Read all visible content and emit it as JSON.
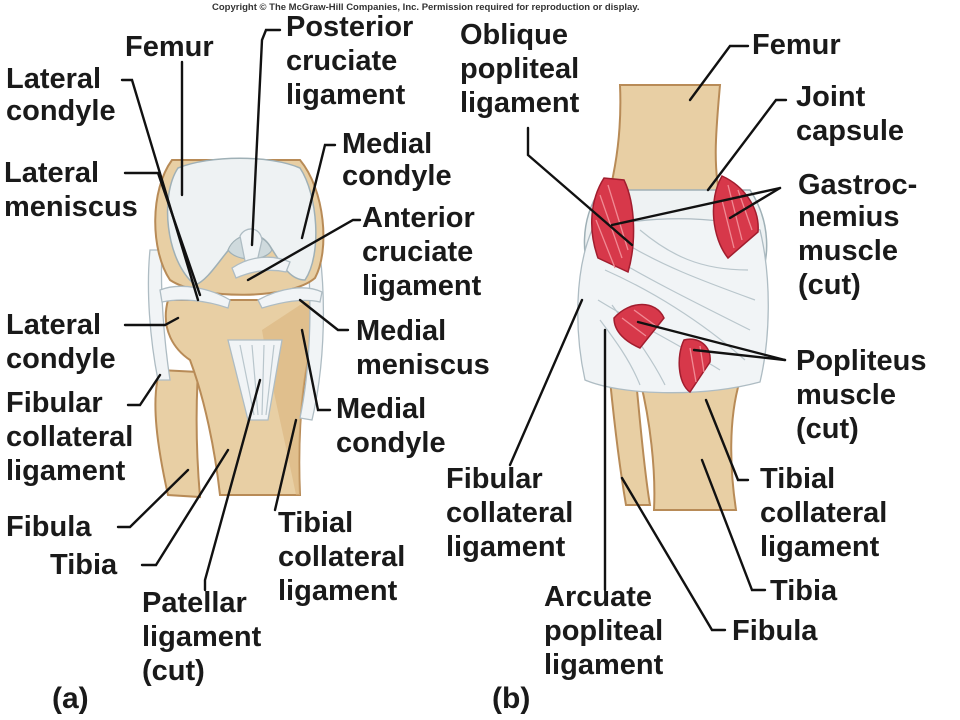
{
  "copyright": "Copyright © The McGraw-Hill Companies, Inc. Permission required for reproduction or display.",
  "panel_a": {
    "letter": "(a)",
    "labels": {
      "femur": [
        "Femur"
      ],
      "posterior_cruciate": [
        "Posterior",
        "cruciate",
        "ligament"
      ],
      "lateral_condyle_top": [
        "Lateral",
        "condyle"
      ],
      "medial_condyle_top": [
        "Medial",
        "condyle"
      ],
      "lateral_meniscus": [
        "Lateral",
        "meniscus"
      ],
      "anterior_cruciate": [
        "Anterior",
        "cruciate",
        "ligament"
      ],
      "lateral_condyle_bottom": [
        "Lateral",
        "condyle"
      ],
      "medial_meniscus": [
        "Medial",
        "meniscus"
      ],
      "fibular_collateral": [
        "Fibular",
        "collateral",
        "ligament"
      ],
      "medial_condyle_bottom": [
        "Medial",
        "condyle"
      ],
      "fibula": [
        "Fibula"
      ],
      "tibia": [
        "Tibia"
      ],
      "tibial_collateral": [
        "Tibial",
        "collateral",
        "ligament"
      ],
      "patellar_ligament": [
        "Patellar",
        "ligament",
        "(cut)"
      ]
    }
  },
  "panel_b": {
    "letter": "(b)",
    "labels": {
      "oblique_popliteal": [
        "Oblique",
        "popliteal",
        "ligament"
      ],
      "femur": [
        "Femur"
      ],
      "joint_capsule": [
        "Joint",
        "capsule"
      ],
      "gastrocnemius": [
        "Gastroc-",
        "nemius",
        "muscle",
        "(cut)"
      ],
      "popliteus": [
        "Popliteus",
        "muscle",
        "(cut)"
      ],
      "fibular_collateral": [
        "Fibular",
        "collateral",
        "ligament"
      ],
      "tibial_collateral": [
        "Tibial",
        "collateral",
        "ligament"
      ],
      "tibia": [
        "Tibia"
      ],
      "arcuate_popliteal": [
        "Arcuate",
        "popliteal",
        "ligament"
      ],
      "fibula": [
        "Fibula"
      ]
    }
  }
}
